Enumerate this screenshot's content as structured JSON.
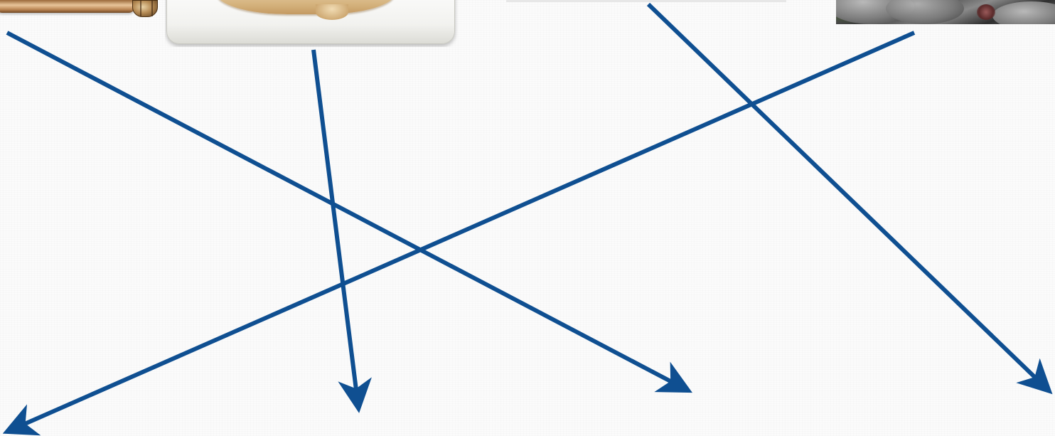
{
  "colors": {
    "arrow": "#0f4f91",
    "background": "#fbfbfb"
  },
  "images": [
    {
      "name": "wooden-scroll-rod-image"
    },
    {
      "name": "parchment-card-image"
    },
    {
      "name": "gray-strip-image"
    },
    {
      "name": "rock-photo-image"
    }
  ],
  "arrows": [
    {
      "name": "arrow-scroll-to-bottom-right"
    },
    {
      "name": "arrow-parchment-to-bottom"
    },
    {
      "name": "arrow-strip-to-bottom-right"
    },
    {
      "name": "arrow-photo-to-bottom-left"
    }
  ]
}
